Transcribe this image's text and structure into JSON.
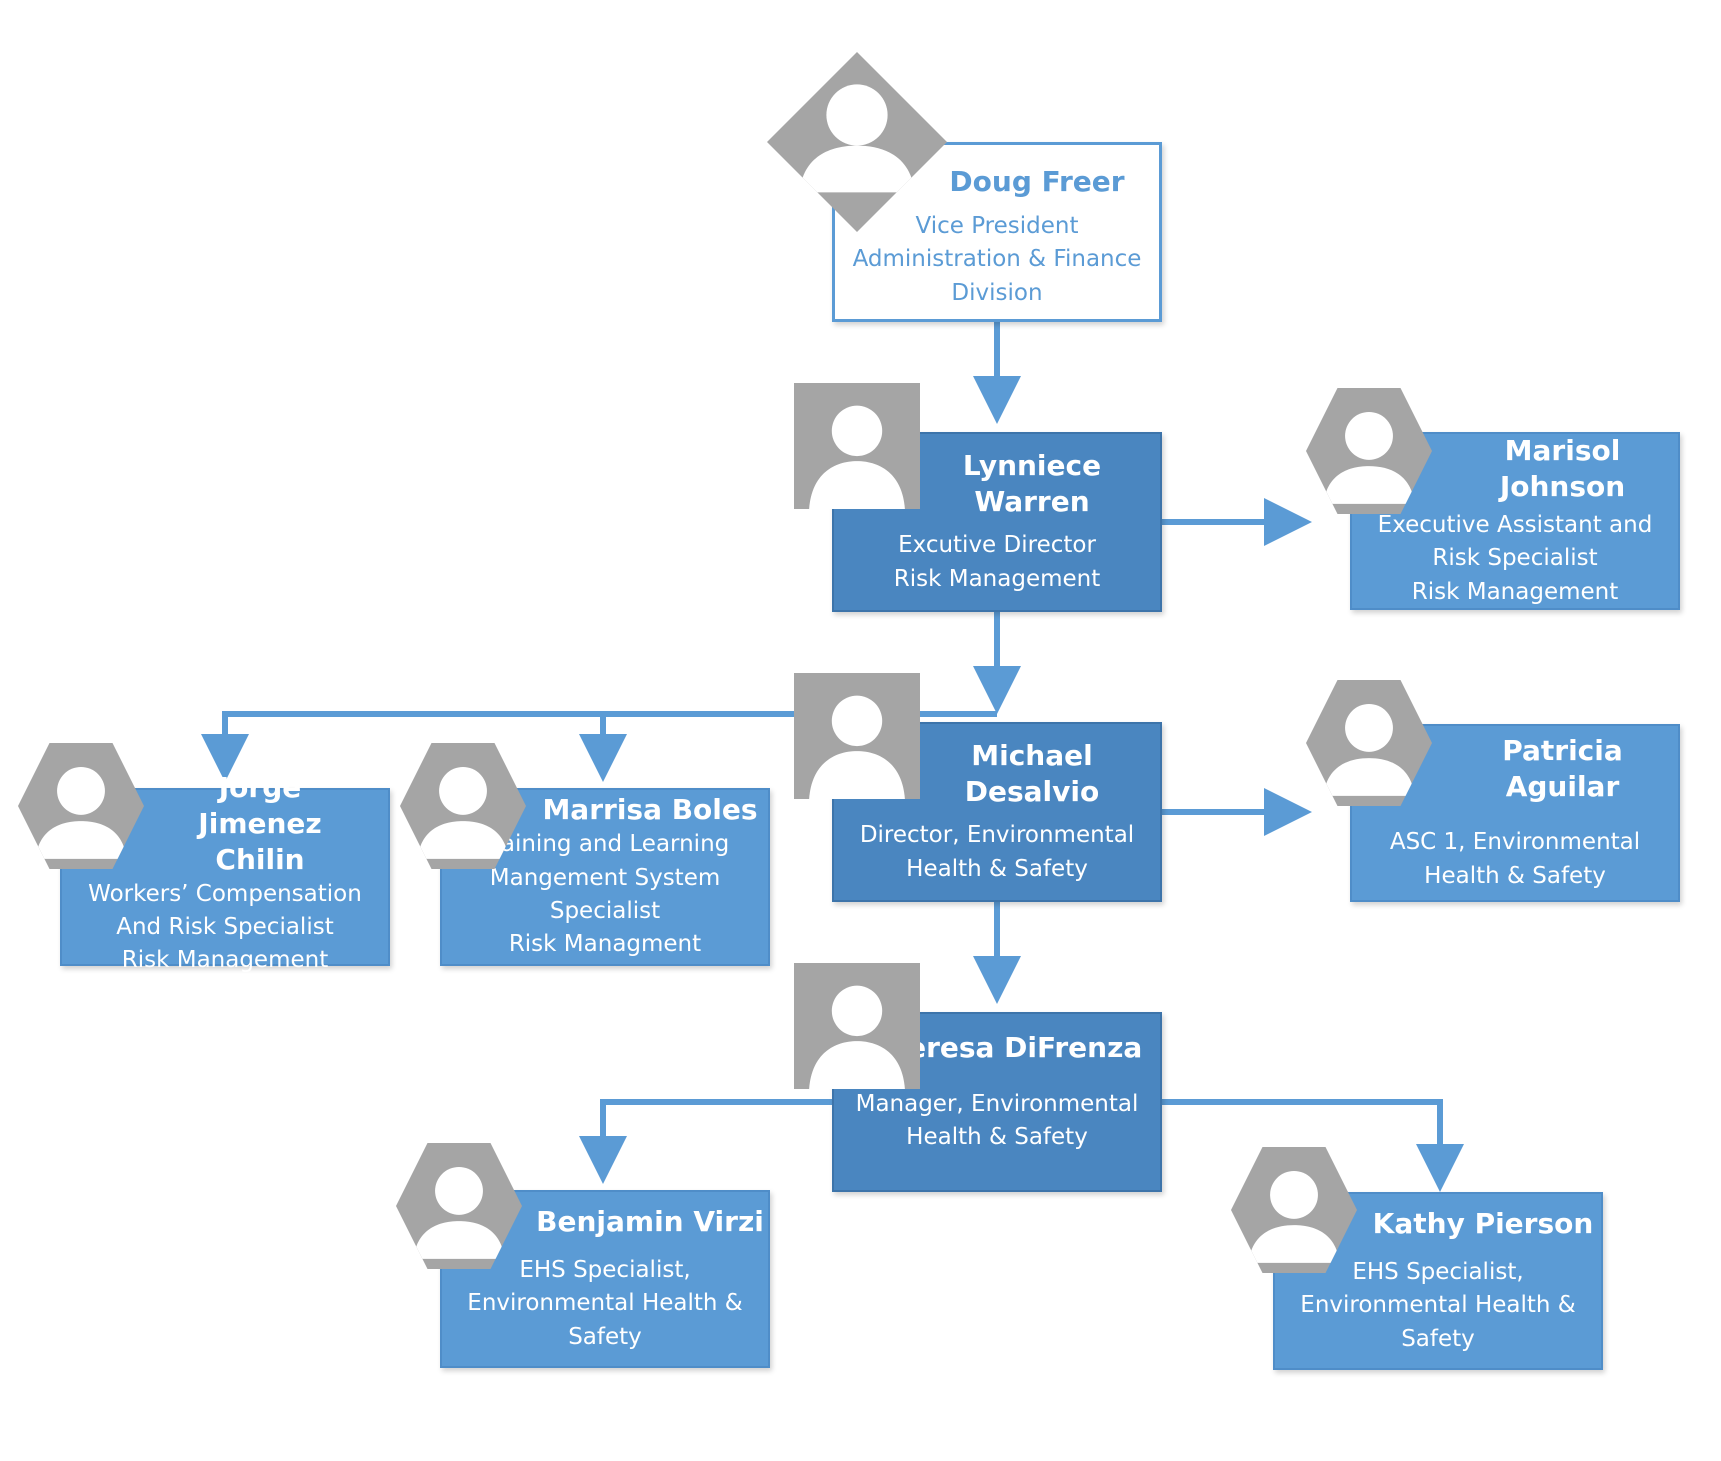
{
  "colors": {
    "connector": "#5b9bd5",
    "card_dark": "#4a86c0",
    "card_light": "#5b9bd5",
    "avatar": "#a5a5a5"
  },
  "people": {
    "doug": {
      "name": "Doug Freer",
      "title": [
        "Vice President",
        "Administration & Finance",
        "Division"
      ]
    },
    "lynniece": {
      "name": "Lynniece Warren",
      "title": [
        "Excutive Director",
        "Risk Management"
      ]
    },
    "marisol": {
      "name": "Marisol Johnson",
      "title": [
        "Executive Assistant and",
        "Risk Specialist",
        "Risk Management"
      ]
    },
    "michael": {
      "name": "Michael Desalvio",
      "title": [
        "Director, Environmental",
        "Health & Safety"
      ]
    },
    "patricia": {
      "name": "Patricia Aguilar",
      "title": [
        "ASC 1, Environmental",
        "Health & Safety"
      ]
    },
    "jorge": {
      "name": "Jorge Jimenez Chilin",
      "title": [
        "Workers’ Compensation",
        "And Risk Specialist",
        "Risk Management"
      ]
    },
    "marrisa": {
      "name": "Marrisa Boles",
      "title": [
        "Training and Learning",
        "Mangement System",
        "Specialist",
        "Risk Managment"
      ]
    },
    "teresa": {
      "name": "Teresa DiFrenza",
      "title": [
        "Manager, Environmental",
        "Health & Safety"
      ]
    },
    "benjamin": {
      "name": "Benjamin Virzi",
      "title": [
        "EHS Specialist,",
        "Environmental Health &",
        "Safety"
      ]
    },
    "kathy": {
      "name": "Kathy Pierson",
      "title": [
        "EHS Specialist,",
        "Environmental Health &",
        "Safety"
      ]
    }
  }
}
